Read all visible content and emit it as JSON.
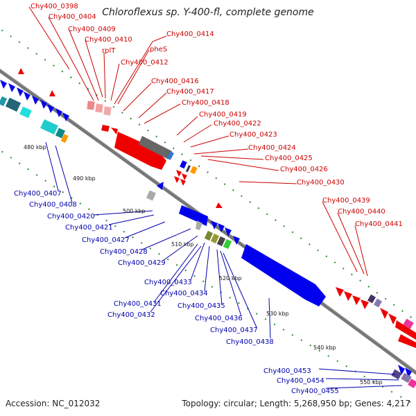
{
  "title": "Chloroflexus sp. Y-400-fl, complete genome",
  "accession": "Accession: NC_012032",
  "summary": "Topology: circular; Length: 5,268,950 bp; Genes: 4,217",
  "colors": {
    "red_label": "#cc0000",
    "blue_label": "#0000aa",
    "forward_gene": "#ee0000",
    "reverse_gene": "#0000ee",
    "backbone": "#777777",
    "tick": "#2a8a2a"
  },
  "kbp_ticks": [
    "480 kbp",
    "490 kbp",
    "500 kbp",
    "510 kbp",
    "520 kbp",
    "530 kbp",
    "540 kbp",
    "550 kbp"
  ],
  "forward_labels": [
    "Chy400_0398",
    "Chy400_0404",
    "Chy400_0409",
    "Chy400_0410",
    "rplT",
    "Chy400_0412",
    "pheS",
    "Chy400_0414",
    "Chy400_0416",
    "Chy400_0417",
    "Chy400_0418",
    "Chy400_0419",
    "Chy400_0422",
    "Chy400_0423",
    "Chy400_0424",
    "Chy400_0425",
    "Chy400_0426",
    "Chy400_0430",
    "Chy400_0439",
    "Chy400_0440",
    "Chy400_0441"
  ],
  "reverse_labels": [
    "Chy400_0407",
    "Chy400_0408",
    "Chy400_0420",
    "Chy400_0421",
    "Chy400_0427",
    "Chy400_0428",
    "Chy400_0429",
    "Chy400_0433",
    "Chy400_0434",
    "Chy400_0431",
    "Chy400_0432",
    "Chy400_0435",
    "Chy400_0436",
    "Chy400_0437",
    "Chy400_0438",
    "Chy400_0453",
    "Chy400_0454",
    "Chy400_0455"
  ]
}
